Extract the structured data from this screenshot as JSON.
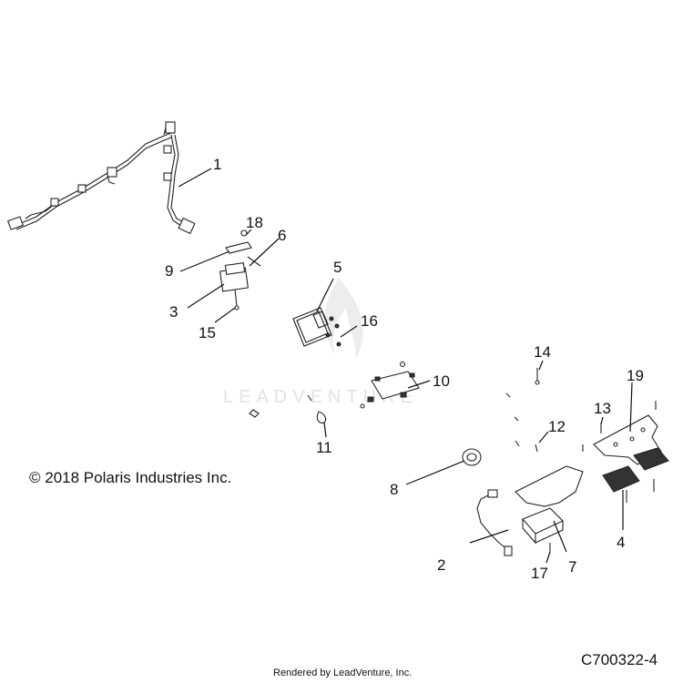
{
  "copyright": "© 2018 Polaris Industries Inc.",
  "rendered_by": "Rendered by LeadVenture, Inc.",
  "diagram_id": "C700322-4",
  "watermark": "LEADVENTURE",
  "callouts": [
    "1",
    "2",
    "3",
    "4",
    "5",
    "6",
    "7",
    "8",
    "9",
    "10",
    "11",
    "12",
    "13",
    "14",
    "15",
    "16",
    "17",
    "18",
    "19"
  ]
}
